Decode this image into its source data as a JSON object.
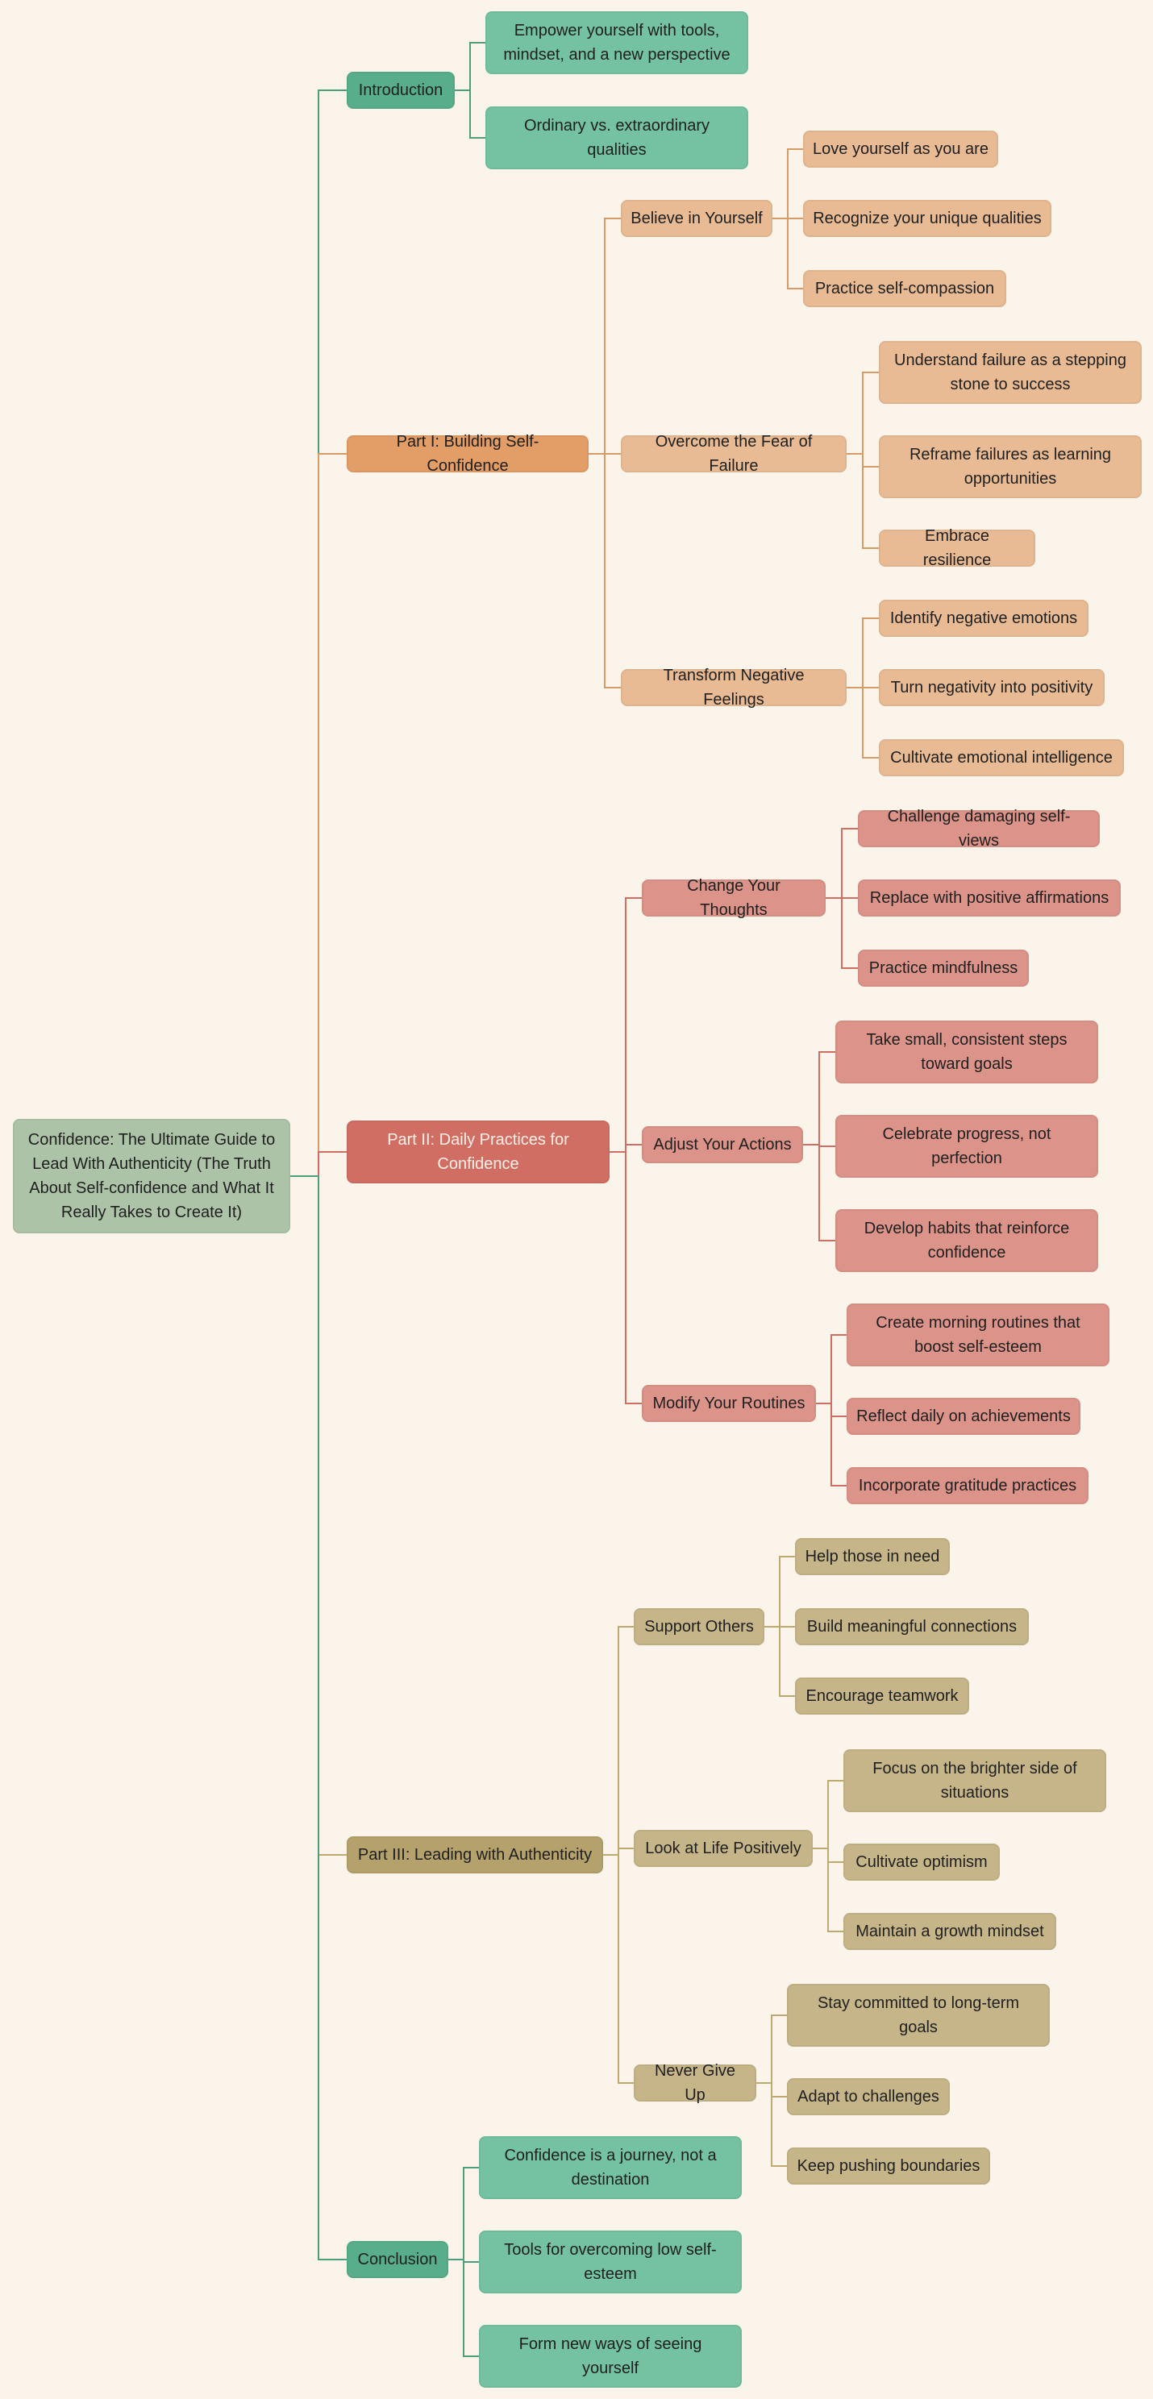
{
  "root": "Confidence: The Ultimate Guide to Lead With Authenticity (The Truth About Self-confidence and What It Really Takes to Create It)",
  "colors": {
    "intro_link": "#4e9e7e",
    "part1_link": "#d89a66",
    "part2_link": "#cf6e63",
    "part3_link": "#c0a96e"
  },
  "branches": [
    {
      "label": "Introduction",
      "items": [
        {
          "label": "Empower yourself with tools, mindset, and a new perspective"
        },
        {
          "label": "Ordinary vs. extraordinary qualities"
        }
      ]
    },
    {
      "label": "Part I: Building Self-Confidence",
      "items": [
        {
          "label": "Believe in Yourself",
          "items": [
            "Love yourself as you are",
            "Recognize your unique qualities",
            "Practice self-compassion"
          ]
        },
        {
          "label": "Overcome the Fear of Failure",
          "items": [
            "Understand failure as a stepping stone to success",
            "Reframe failures as learning opportunities",
            "Embrace resilience"
          ]
        },
        {
          "label": "Transform Negative Feelings",
          "items": [
            "Identify negative emotions",
            "Turn negativity into positivity",
            "Cultivate emotional intelligence"
          ]
        }
      ]
    },
    {
      "label": "Part II: Daily Practices for Confidence",
      "items": [
        {
          "label": "Change Your Thoughts",
          "items": [
            "Challenge damaging self-views",
            "Replace with positive affirmations",
            "Practice mindfulness"
          ]
        },
        {
          "label": "Adjust Your Actions",
          "items": [
            "Take small, consistent steps toward goals",
            "Celebrate progress, not perfection",
            "Develop habits that reinforce confidence"
          ]
        },
        {
          "label": "Modify Your Routines",
          "items": [
            "Create morning routines that boost self-esteem",
            "Reflect daily on achievements",
            "Incorporate gratitude practices"
          ]
        }
      ]
    },
    {
      "label": "Part III: Leading with Authenticity",
      "items": [
        {
          "label": "Support Others",
          "items": [
            "Help those in need",
            "Build meaningful connections",
            "Encourage teamwork"
          ]
        },
        {
          "label": "Look at Life Positively",
          "items": [
            "Focus on the brighter side of situations",
            "Cultivate optimism",
            "Maintain a growth mindset"
          ]
        },
        {
          "label": "Never Give Up",
          "items": [
            "Stay committed to long-term goals",
            "Adapt to challenges",
            "Keep pushing boundaries"
          ]
        }
      ]
    },
    {
      "label": "Conclusion",
      "items": [
        {
          "label": "Confidence is a journey, not a destination"
        },
        {
          "label": "Tools for overcoming low self-esteem"
        },
        {
          "label": "Form new ways of seeing yourself"
        }
      ]
    }
  ]
}
